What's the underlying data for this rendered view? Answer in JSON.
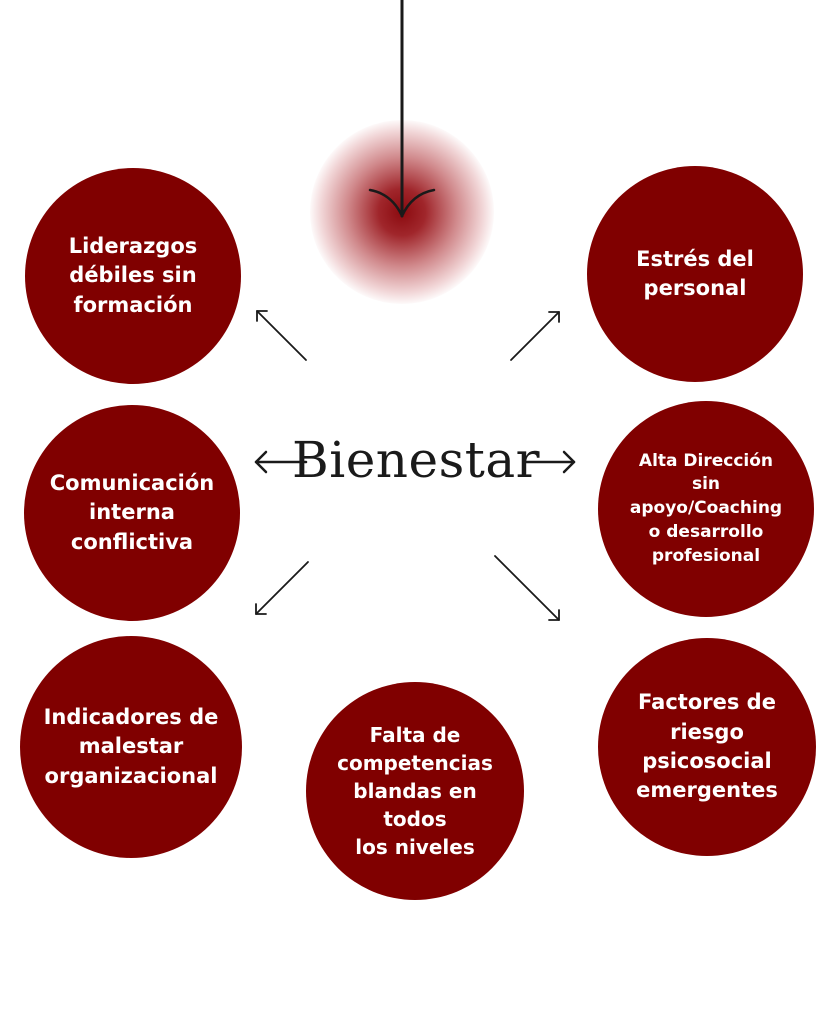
{
  "center": {
    "label": "Bienestar"
  },
  "colors": {
    "node_fill": "#800000",
    "node_text": "#ffffff",
    "arrow": "#1a1a1a"
  },
  "nodes": {
    "liderazgos": "Liderazgos\ndébiles sin\nformación",
    "estres": "Estrés del\npersonal",
    "comunicacion": "Comunicación\ninterna\nconflictiva",
    "alta_direccion": "Alta Dirección\nsin\napoyo/Coaching\no desarrollo\nprofesional",
    "indicadores": "Indicadores de\nmalestar\norganizacional",
    "falta_competencias": "Falta de\ncompetencias\nblandas en todos\nlos niveles",
    "factores_riesgo": "Factores de\nriesgo\npsicosocial\nemergentes"
  }
}
